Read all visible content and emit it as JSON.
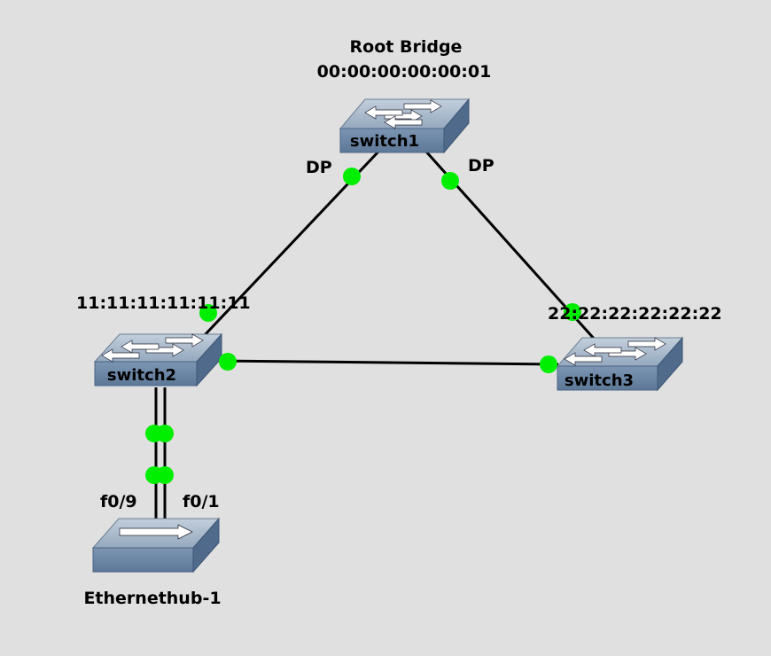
{
  "root_bridge": {
    "title": "Root Bridge",
    "mac": "00:00:00:00:00:01"
  },
  "devices": {
    "switch1": {
      "name": "switch1",
      "icon": "ethernet-switch-icon"
    },
    "switch2": {
      "name": "switch2",
      "icon": "ethernet-switch-icon",
      "mac": "11:11:11:11:11:11"
    },
    "switch3": {
      "name": "switch3",
      "icon": "ethernet-switch-icon",
      "mac": "22:22:22:22:22:22"
    },
    "hub": {
      "name": "Ethernethub-1",
      "icon": "ethernet-hub-icon"
    }
  },
  "port_labels": {
    "s1_to_s2": "DP",
    "s1_to_s3": "DP",
    "hub_left": "f0/9",
    "hub_right": "f0/1"
  },
  "colors": {
    "background": "#e0e0e0",
    "link": "#000000",
    "port_up": "#00ee00",
    "device_top": "#a9b9cc",
    "device_front": "#6d87a6",
    "device_side": "#4f6a8a"
  }
}
